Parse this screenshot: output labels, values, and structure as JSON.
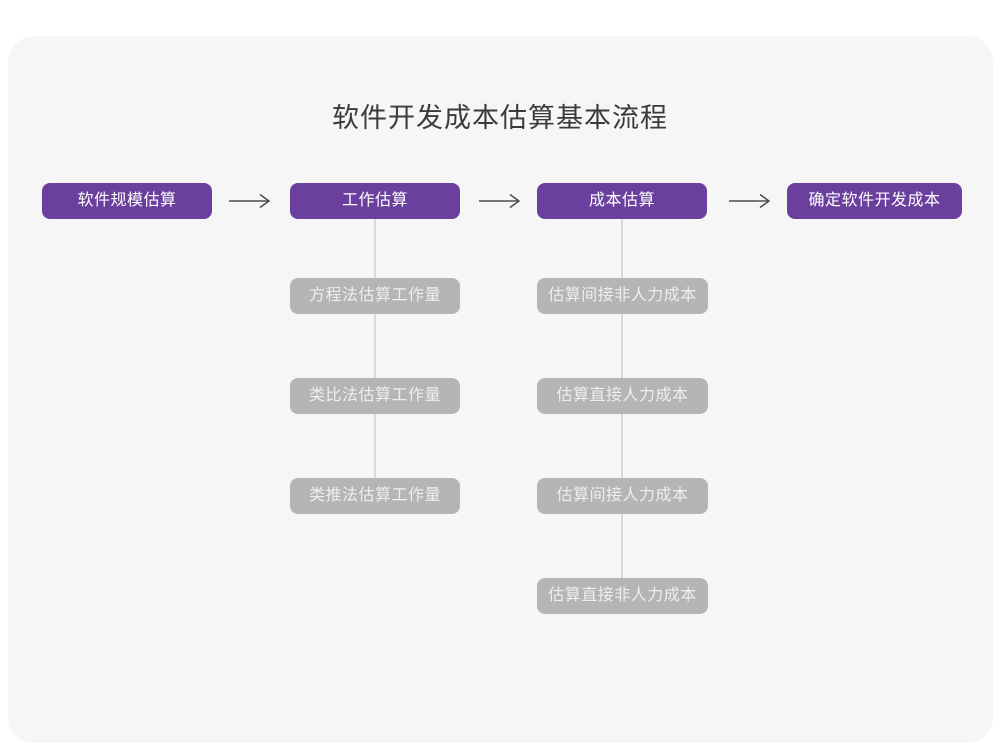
{
  "title": "软件开发成本估算基本流程",
  "flow": {
    "main": [
      {
        "label": "软件规模估算"
      },
      {
        "label": "工作估算"
      },
      {
        "label": "成本估算"
      },
      {
        "label": "确定软件开发成本"
      }
    ],
    "work_methods": [
      "方程法估算工作量",
      "类比法估算工作量",
      "类推法估算工作量"
    ],
    "cost_steps": [
      "估算间接非人力成本",
      "估算直接人力成本",
      "估算间接人力成本",
      "估算直接非人力成本"
    ]
  },
  "colors": {
    "accent_purple": "#6b3f9e",
    "node_gray": "#b5b5b5",
    "card_background": "#f6f6f6",
    "connector_gray": "#d9d9d9",
    "arrow_gray": "#4e4e4e",
    "title_text": "#3b3b3b"
  }
}
